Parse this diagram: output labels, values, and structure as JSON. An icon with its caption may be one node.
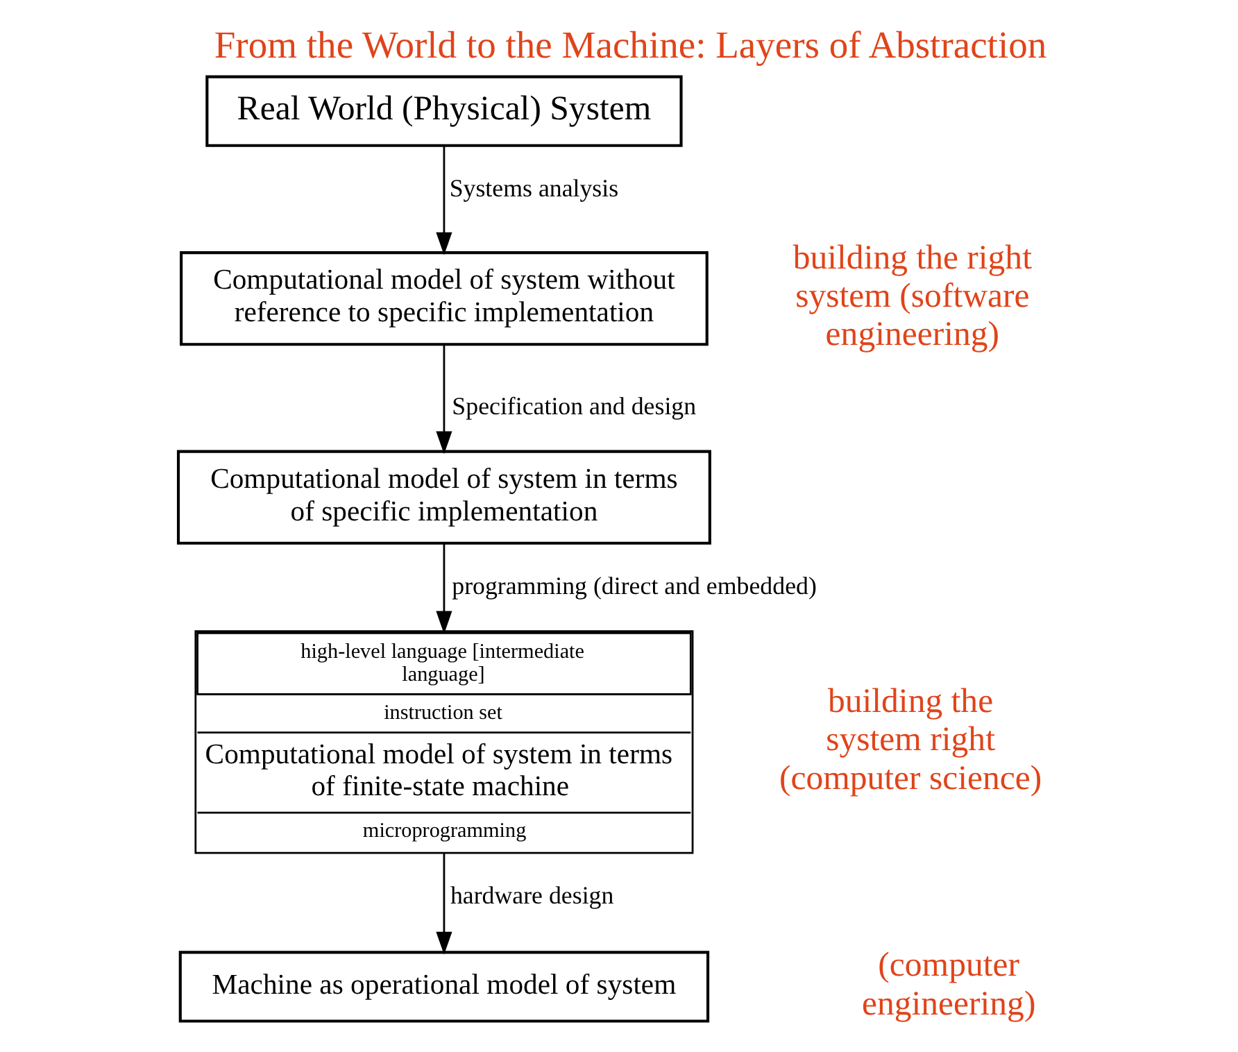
{
  "diagram": {
    "title": "From the World to the Machine: Layers of Abstraction",
    "nodes": [
      {
        "text": [
          "Real World (Physical) System"
        ]
      },
      {
        "text": [
          "Computational model of system without reference to specific implementation"
        ]
      },
      {
        "text": [
          "Computational model of system in terms of specific implementation"
        ]
      },
      {
        "text": [
          "high-level language [intermediate language]",
          "instruction set",
          "Computational model of system in terms of finite-state machine",
          "microprogramming"
        ]
      },
      {
        "text": [
          "Machine as operational model of system"
        ]
      }
    ],
    "edges": [
      {
        "from": 0,
        "to": 1,
        "arrow": "to",
        "label": "Systems analysis"
      },
      {
        "from": 1,
        "to": 2,
        "arrow": "to",
        "label": "Specification and design"
      },
      {
        "from": 2,
        "to": 3,
        "arrow": "to",
        "label": "programming (direct and embedded)"
      },
      {
        "from": 3,
        "to": 4,
        "arrow": "to",
        "label": "hardware design"
      }
    ],
    "labels": [
      "building the right system (software engineering)",
      "building the system right (computer science)",
      "(computer engineering)"
    ]
  }
}
